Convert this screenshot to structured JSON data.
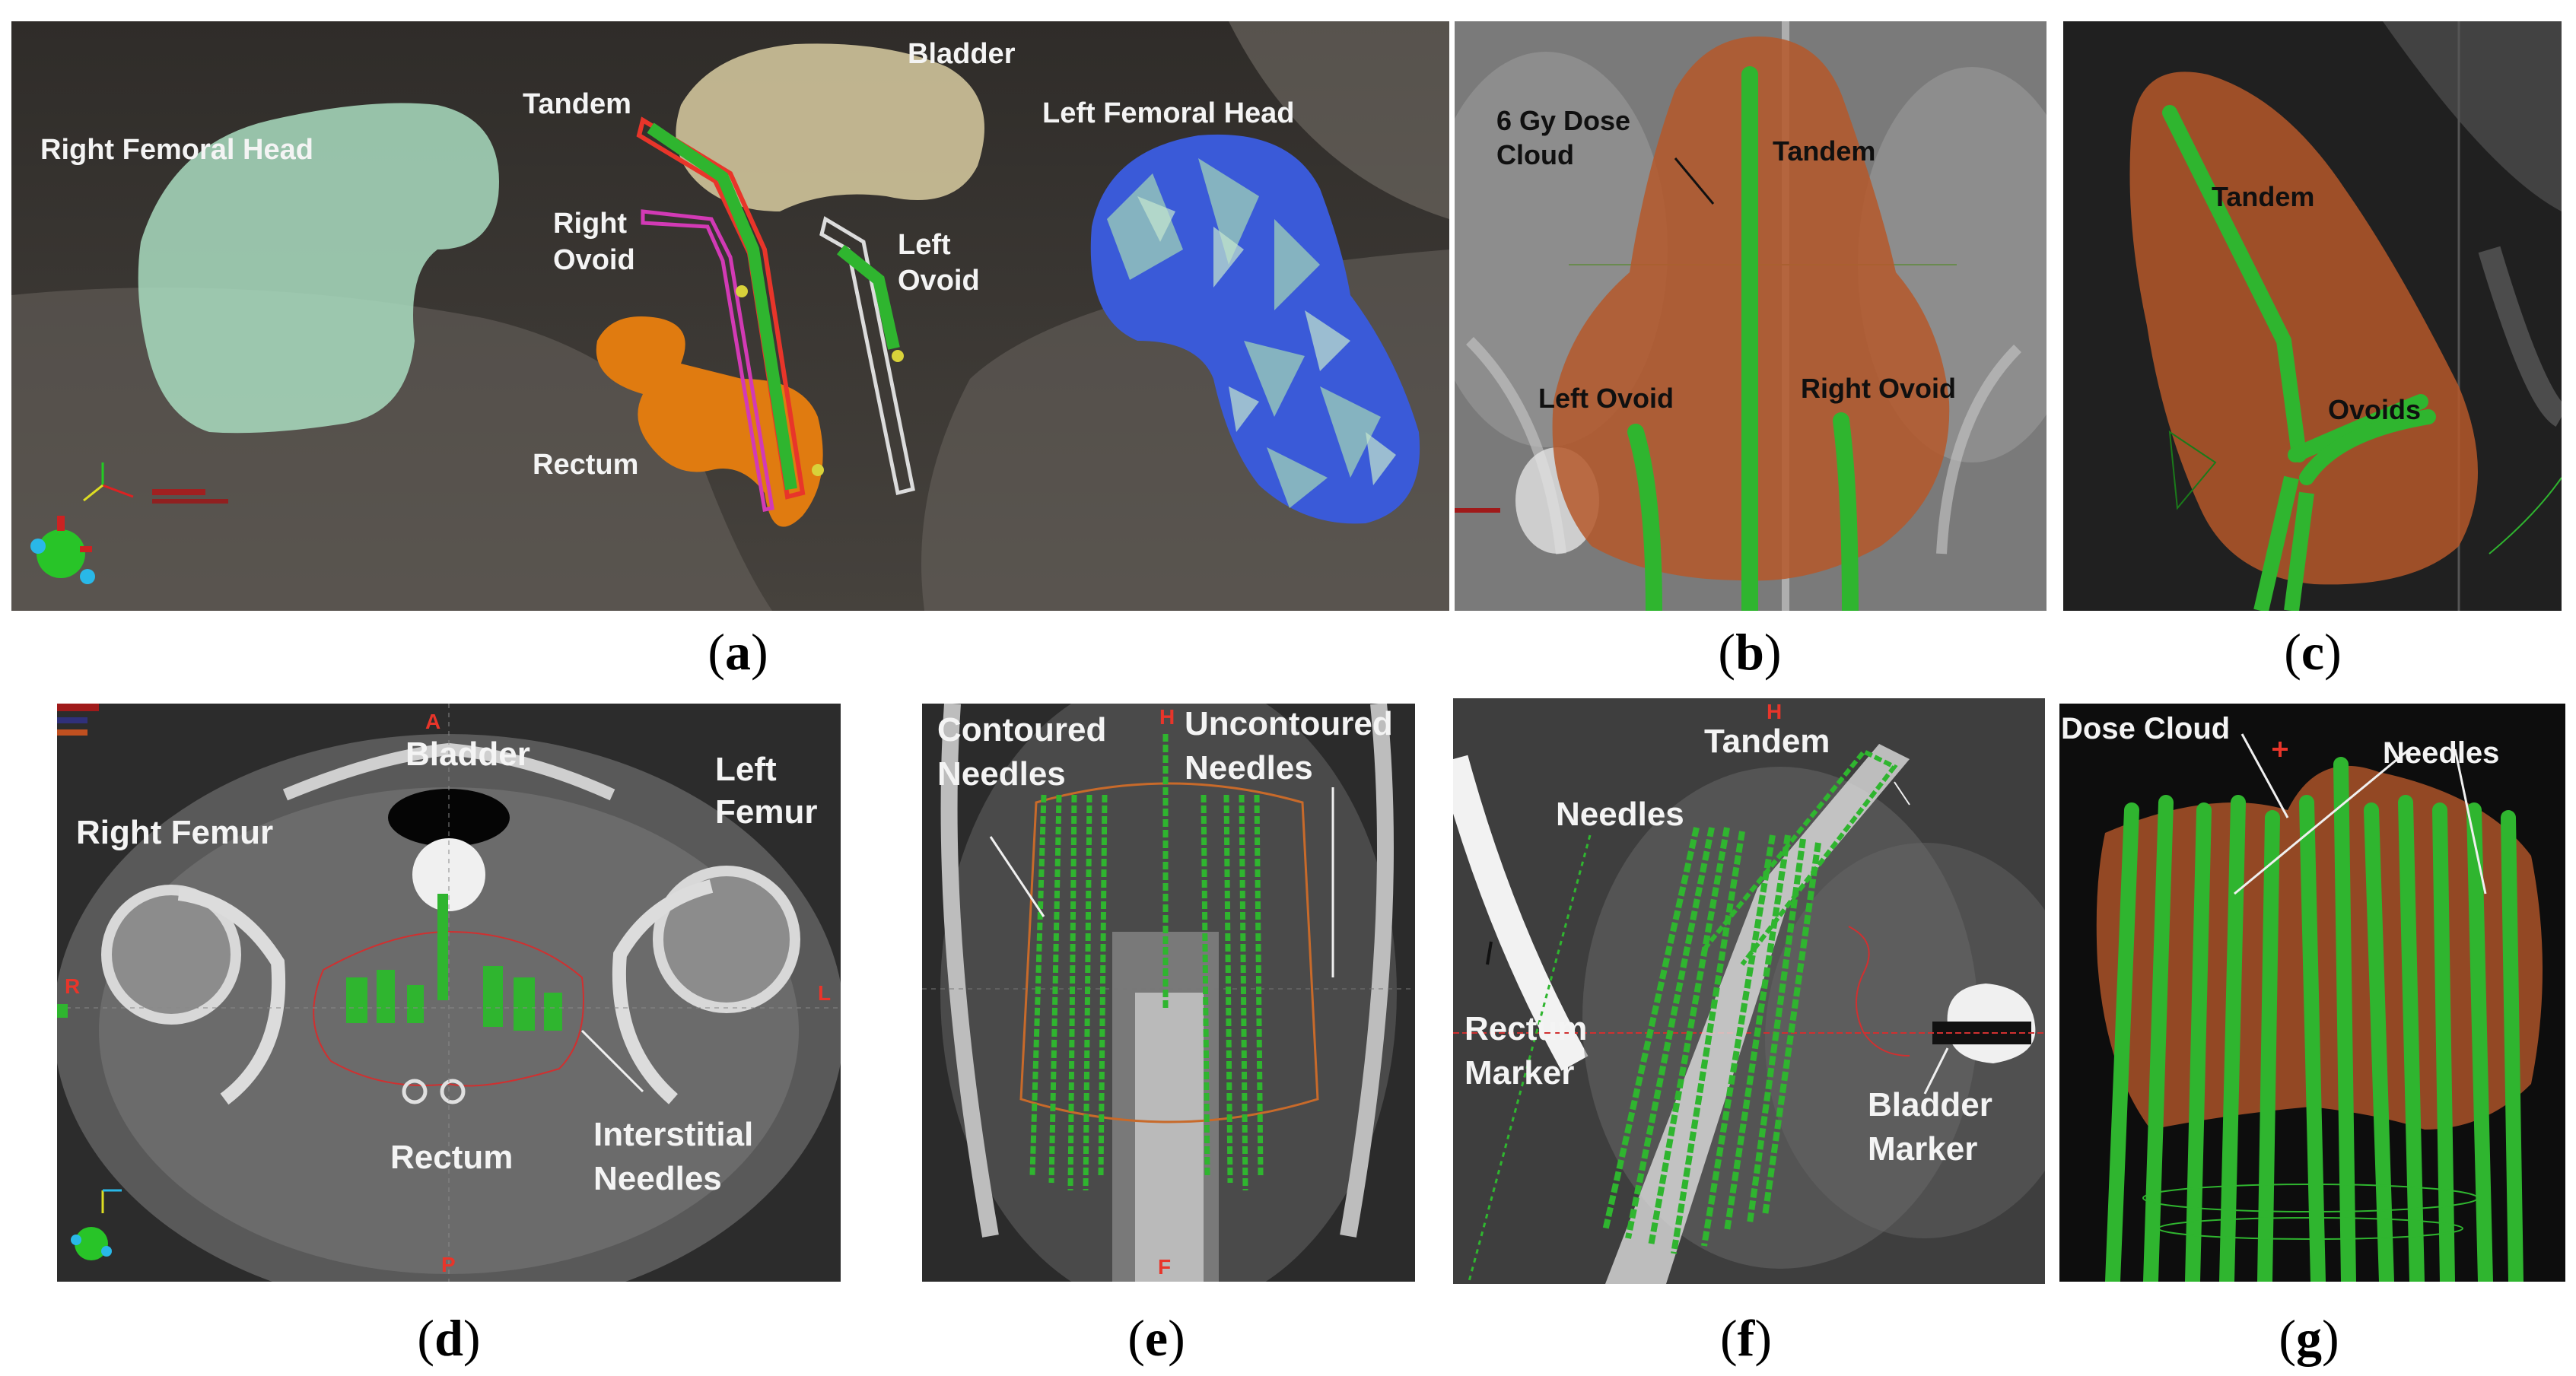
{
  "panels": {
    "a": {
      "caption_letter": "a",
      "labels": {
        "right_femoral_head": "Right Femoral Head",
        "tandem": "Tandem",
        "bladder": "Bladder",
        "left_femoral_head": "Left Femoral Head",
        "right_ovoid_1": "Right",
        "right_ovoid_2": "Ovoid",
        "left_ovoid_1": "Left",
        "left_ovoid_2": "Ovoid",
        "rectum": "Rectum"
      }
    },
    "b": {
      "caption_letter": "b",
      "labels": {
        "dose_cloud_1": "6 Gy Dose",
        "dose_cloud_2": "Cloud",
        "tandem": "Tandem",
        "left_ovoid": "Left Ovoid",
        "right_ovoid": "Right Ovoid"
      }
    },
    "c": {
      "caption_letter": "c",
      "labels": {
        "tandem": "Tandem",
        "ovoids": "Ovoids"
      }
    },
    "d": {
      "caption_letter": "d",
      "labels": {
        "bladder": "Bladder",
        "right_femur": "Right Femur",
        "left_femur_1": "Left",
        "left_femur_2": "Femur",
        "rectum": "Rectum",
        "interstitial_1": "Interstitial",
        "interstitial_2": "Needles",
        "orient_a": "A",
        "orient_r": "R",
        "orient_l": "L",
        "orient_p": "P"
      }
    },
    "e": {
      "caption_letter": "e",
      "labels": {
        "contoured_1": "Contoured",
        "contoured_2": "Needles",
        "uncontoured_1": "Uncontoured",
        "uncontoured_2": "Needles",
        "orient_h": "H",
        "orient_f": "F"
      }
    },
    "f": {
      "caption_letter": "f",
      "labels": {
        "tandem": "Tandem",
        "needles": "Needles",
        "rectum_marker_1": "Rectum",
        "rectum_marker_2": "Marker",
        "bladder_marker_1": "Bladder",
        "bladder_marker_2": "Marker",
        "orient_h": "H"
      }
    },
    "g": {
      "caption_letter": "g",
      "labels": {
        "dose_cloud": "Dose Cloud",
        "needles": "Needles"
      }
    }
  },
  "colors": {
    "needle_green": "#2fb52f",
    "dose_orange": "#b5582a",
    "rectum_orange": "#e07b10",
    "bladder_yellow": "#cfc39a",
    "femoral_green": "#a9dcc0",
    "femoral_blue": "#3a5ad8",
    "applicator_red": "#e8352a",
    "applicator_magenta": "#d23ab5"
  }
}
